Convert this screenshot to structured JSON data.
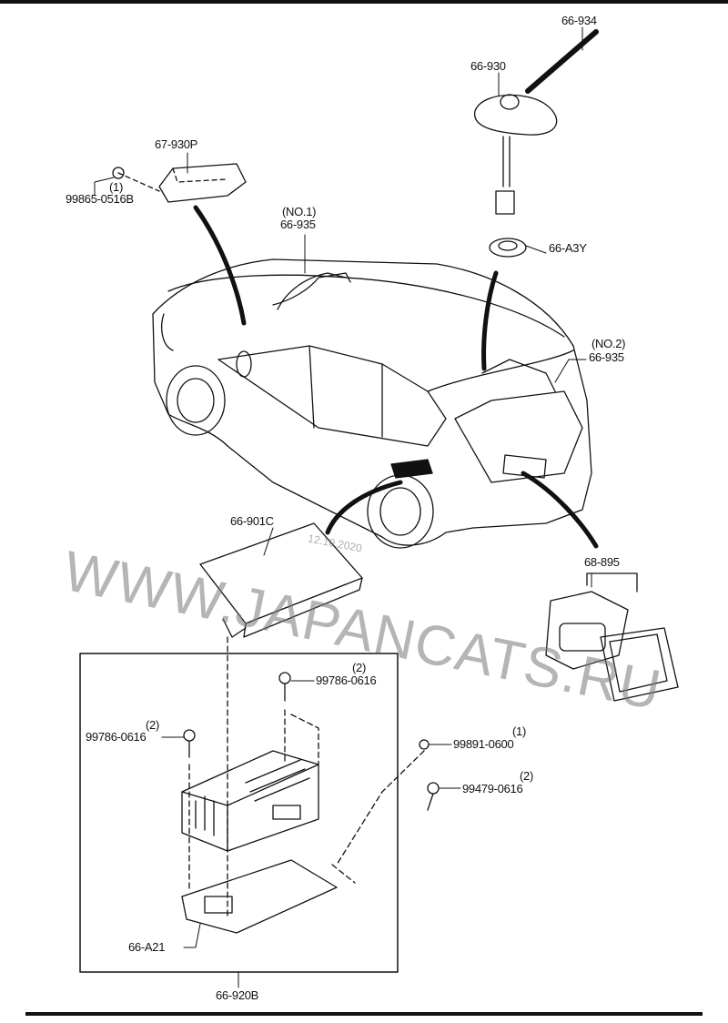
{
  "diagram": {
    "watermark": "WWW.JAPANCATS.RU",
    "watermark_date": "12.10.2020",
    "parts": [
      {
        "id": "antenna-rod",
        "code": "66-934"
      },
      {
        "id": "antenna-base",
        "code": "66-930"
      },
      {
        "id": "tailgate-module",
        "code": "67-930P"
      },
      {
        "id": "bolt-tailgate",
        "code": "99865-0516B",
        "qty": "(1)"
      },
      {
        "id": "feeder-no1",
        "code": "66-935",
        "note": "(NO.1)"
      },
      {
        "id": "antenna-pad",
        "code": "66-A3Y"
      },
      {
        "id": "feeder-no2",
        "code": "66-935",
        "note": "(NO.2)"
      },
      {
        "id": "amp-cover",
        "code": "66-901C"
      },
      {
        "id": "license-lamp",
        "code": "68-895"
      },
      {
        "id": "bolt-upper",
        "code": "99786-0616",
        "qty": "(2)"
      },
      {
        "id": "bolt-left",
        "code": "99786-0616",
        "qty": "(2)"
      },
      {
        "id": "nut",
        "code": "99891-0600",
        "qty": "(1)"
      },
      {
        "id": "bolt-right",
        "code": "99479-0616",
        "qty": "(2)"
      },
      {
        "id": "bracket",
        "code": "66-A21"
      },
      {
        "id": "amplifier-assy",
        "code": "66-920B"
      }
    ]
  }
}
